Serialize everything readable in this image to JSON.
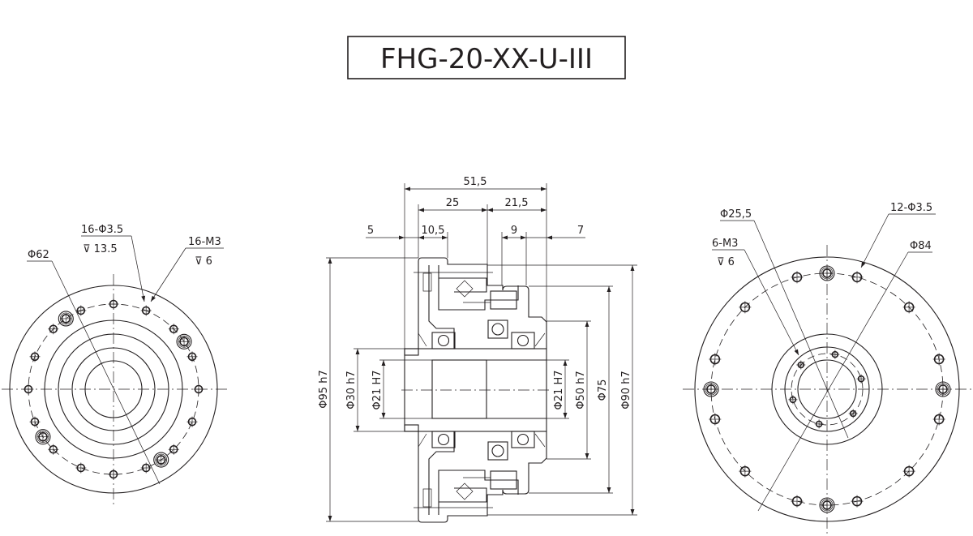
{
  "title": "FHG-20-XX-U-III",
  "left_view": {
    "dia_pitch": "Φ62",
    "holes_thru": "16-Φ3.5",
    "holes_thru_depth": "⊽ 13.5",
    "holes_tapped": "16-M3",
    "holes_tapped_depth": "⊽ 6"
  },
  "section_view": {
    "overall_length": "51,5",
    "len_25": "25",
    "len_21_5": "21,5",
    "len_5": "5",
    "len_10_5": "10,5",
    "len_9": "9",
    "len_7": "7",
    "dia_95": "Φ95 h7",
    "dia_30": "Φ30 h7",
    "dia_21_left": "Φ21 H7",
    "dia_21_right": "Φ21 H7",
    "dia_50": "Φ50 h7",
    "dia_75": "Φ75",
    "dia_90": "Φ90 h7"
  },
  "right_view": {
    "dia_25_5": "Φ25,5",
    "holes_tapped": "6-M3",
    "holes_tapped_depth": "⊽ 6",
    "holes_thru": "12-Φ3.5",
    "dia_pitch": "Φ84"
  }
}
